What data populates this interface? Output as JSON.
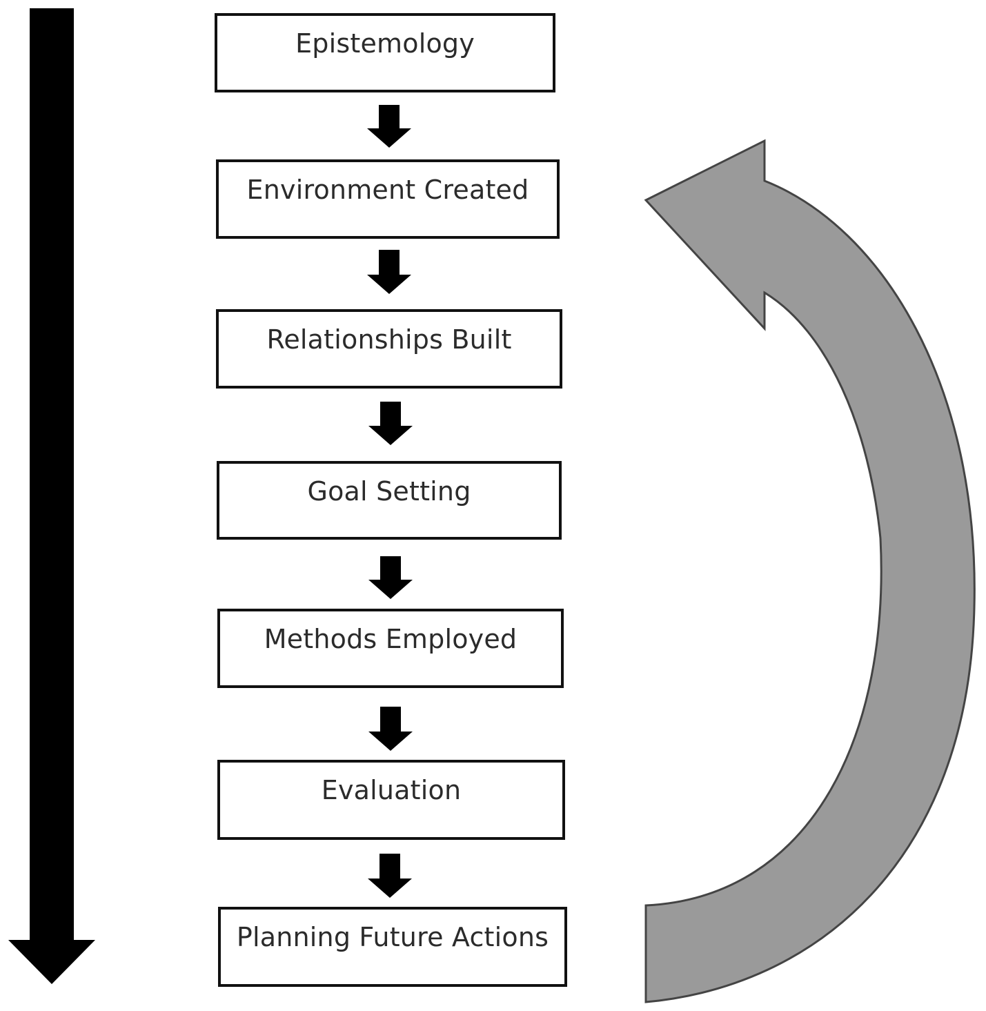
{
  "diagram": {
    "steps": [
      {
        "label": "Epistemology"
      },
      {
        "label": "Environment Created"
      },
      {
        "label": "Relationships Built"
      },
      {
        "label": "Goal Setting"
      },
      {
        "label": "Methods Employed"
      },
      {
        "label": "Evaluation"
      },
      {
        "label": "Planning Future Actions"
      }
    ],
    "colors": {
      "box_border": "#111111",
      "step_arrow": "#000000",
      "timeline_arrow": "#000000",
      "cycle_arrow_fill": "#9a9a9a",
      "cycle_arrow_stroke": "#444444",
      "text": "#2b2b2b"
    }
  }
}
